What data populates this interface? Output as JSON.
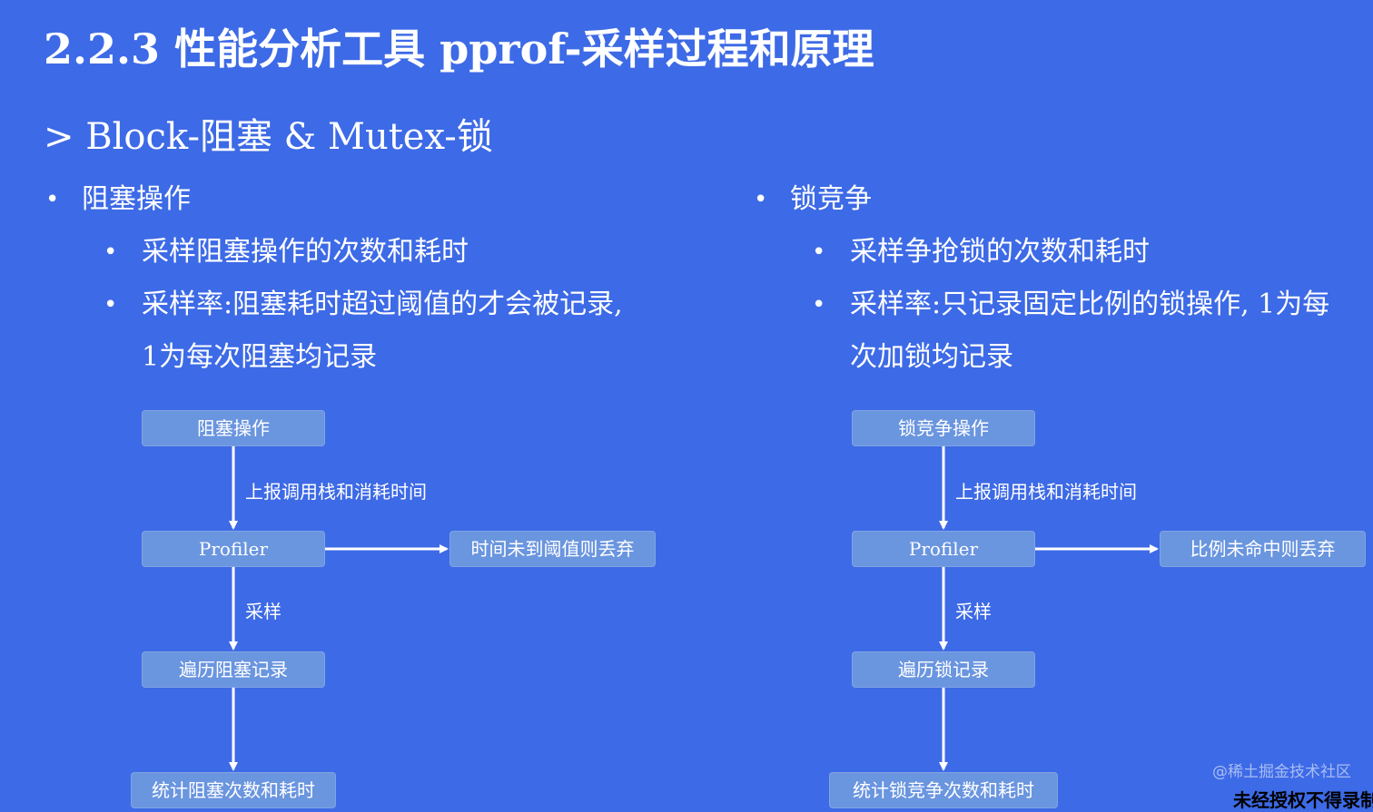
{
  "title": "2.2.3 性能分析工具 pprof-采样过程和原理",
  "subtitle": "> Block-阻塞 & Mutex-锁",
  "left": {
    "heading": "阻塞操作",
    "items": [
      "采样阻塞操作的次数和耗时",
      "采样率:阻塞耗时超过阈值的才会被记录,",
      "1为每次阻塞均记录"
    ],
    "flow": {
      "box1": "阻塞操作",
      "edge1": "上报调用栈和消耗时间",
      "box2": "Profiler",
      "side": "时间未到阈值则丢弃",
      "edge2": "采样",
      "box3": "遍历阻塞记录",
      "box4": "统计阻塞次数和耗时"
    }
  },
  "right": {
    "heading": "锁竞争",
    "items": [
      "采样争抢锁的次数和耗时",
      "采样率:只记录固定比例的锁操作, 1为每",
      "次加锁均记录"
    ],
    "flow": {
      "box1": "锁竞争操作",
      "edge1": "上报调用栈和消耗时间",
      "box2": "Profiler",
      "side": "比例未命中则丢弃",
      "edge2": "采样",
      "box3": "遍历锁记录",
      "box4": "统计锁竞争次数和耗时"
    }
  },
  "watermark": "@稀土掘金技术社区",
  "corner_text": "未经授权不得录制"
}
